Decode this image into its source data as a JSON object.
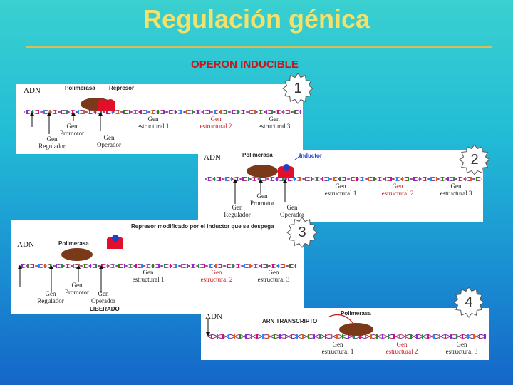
{
  "title": "Regulación génica",
  "subtitle": "OPERON INDUCIBLE",
  "colors": {
    "title": "#f5e06a",
    "subtitle": "#c4181c",
    "polymerase": "#7a3a1a",
    "repressor": "#e0102a",
    "inducer": "#1f3fc8"
  },
  "panels": [
    {
      "number": "1",
      "adn": "ADN",
      "polimerasa": "Polimerasa",
      "represor": "Represor",
      "gen_regulador": [
        "Gen",
        "Regulador"
      ],
      "gen_promotor": [
        "Gen",
        "Promotor"
      ],
      "gen_operador": [
        "Gen",
        "Operador"
      ],
      "gen1": [
        "Gen",
        "estructural 1"
      ],
      "gen2": [
        "Gen",
        "estructural 2"
      ],
      "gen3": [
        "Gen",
        "estructural 3"
      ]
    },
    {
      "number": "2",
      "adn": "ADN",
      "polimerasa": "Polimerasa",
      "inductor": "Inductor",
      "gen_regulador": [
        "Gen",
        "Regulador"
      ],
      "gen_promotor": [
        "Gen",
        "Promotor"
      ],
      "gen_operador": [
        "Gen",
        "Operador"
      ],
      "gen1": [
        "Gen",
        "estructural 1"
      ],
      "gen2": [
        "Gen",
        "estructural 2"
      ],
      "gen3": [
        "Gen",
        "estructural 3"
      ]
    },
    {
      "number": "3",
      "adn": "ADN",
      "polimerasa": "Polimerasa",
      "represor_mod": "Represor modificado por el inductor que se despega",
      "gen_regulador": [
        "Gen",
        "Regulador"
      ],
      "gen_promotor": [
        "Gen",
        "Promotor"
      ],
      "gen_operador": [
        "Gen",
        "Operador"
      ],
      "liberado": "LIBERADO",
      "gen1": [
        "Gen",
        "estructural 1"
      ],
      "gen2": [
        "Gen",
        "estructural 2"
      ],
      "gen3": [
        "Gen",
        "estructural 3"
      ]
    },
    {
      "number": "4",
      "adn": "ADN",
      "polimerasa": "Polimerasa",
      "arn": "ARN TRANSCRIPTO",
      "gen1": [
        "Gen",
        "estructural 1"
      ],
      "gen2": [
        "Gen",
        "estructural 2"
      ],
      "gen3": [
        "Gen",
        "estructural 3"
      ]
    }
  ]
}
